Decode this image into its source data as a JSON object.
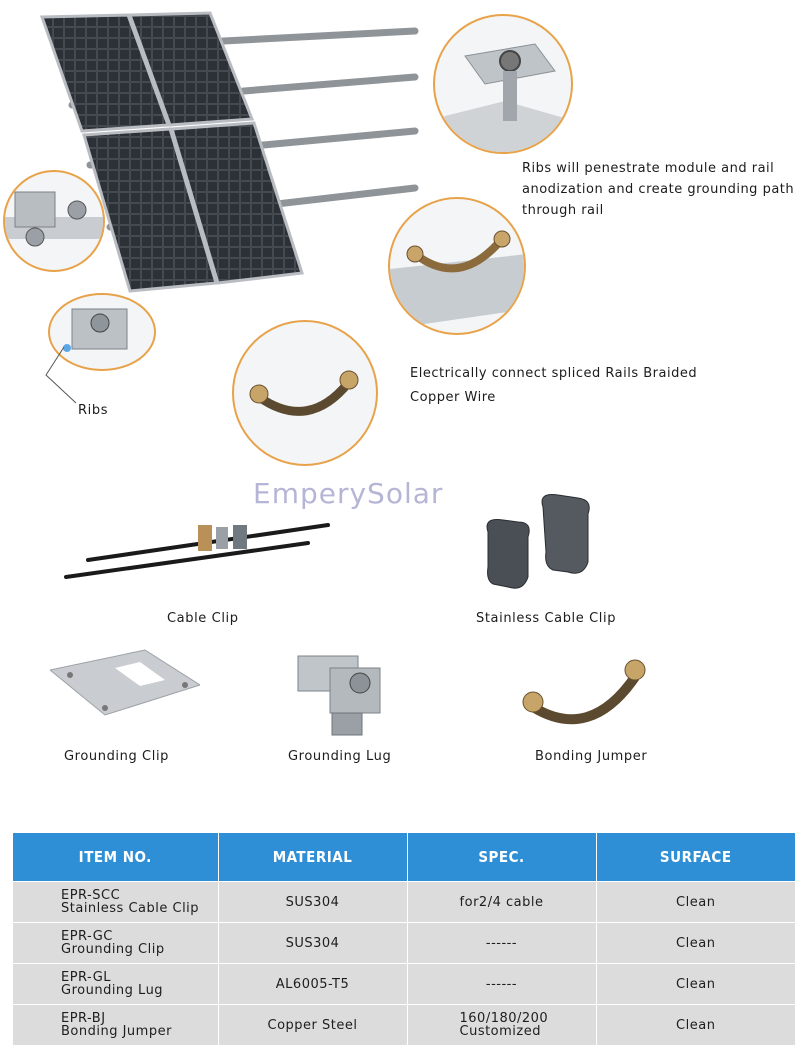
{
  "notes": {
    "ribs_penetrate": [
      "Ribs will penestrate module and rail",
      "anodization and create  grounding path",
      "through rail"
    ],
    "electrically_connect": [
      "Electrically connect spliced Rails Braided",
      "Copper Wire"
    ],
    "ribs_label": "Ribs"
  },
  "watermark": "EmperySolar",
  "products": {
    "cable_clip": "Cable Clip",
    "stainless_cable_clip": "Stainless Cable Clip",
    "grounding_clip": "Grounding Clip",
    "grounding_lug": "Grounding Lug",
    "bonding_jumper": "Bonding Jumper"
  },
  "table": {
    "headers": [
      "ITEM NO.",
      "MATERIAL",
      "SPEC.",
      "SURFACE"
    ],
    "rows": [
      {
        "code": "EPR-SCC",
        "name": "Stainless Cable Clip",
        "material": "SUS304",
        "spec1": "for2/4 cable",
        "spec2": "",
        "surface": "Clean"
      },
      {
        "code": "EPR-GC",
        "name": "Grounding Clip",
        "material": "SUS304",
        "spec1": "------",
        "spec2": "",
        "surface": "Clean"
      },
      {
        "code": "EPR-GL",
        "name": "Grounding Lug",
        "material": "AL6005-T5",
        "spec1": "------",
        "spec2": "",
        "surface": "Clean"
      },
      {
        "code": "EPR-BJ",
        "name": "Bonding Jumper",
        "material": "Copper Steel",
        "spec1": "160/180/200",
        "spec2": "Customized",
        "surface": "Clean"
      }
    ]
  },
  "colors": {
    "accent_ring": "#e8a24a",
    "table_header": "#2f8fd6",
    "table_row": "#dcdcdc"
  }
}
